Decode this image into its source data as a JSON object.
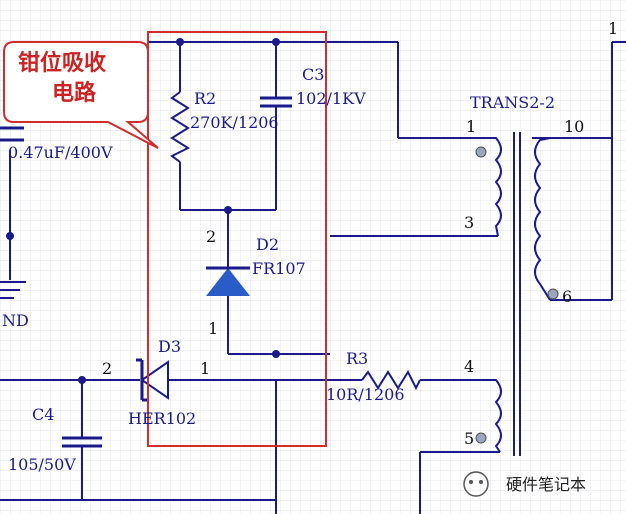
{
  "callout": {
    "line1": "钳位吸收",
    "line2": "电路"
  },
  "components": {
    "r2": {
      "ref": "R2",
      "value": "270K/1206"
    },
    "c3": {
      "ref": "C3",
      "value": "102/1KV"
    },
    "d2": {
      "ref": "D2",
      "value": "FR107",
      "pin_top": "2",
      "pin_bottom": "1"
    },
    "d3": {
      "ref": "D3",
      "value": "HER102",
      "pin_left": "2",
      "pin_right": "1"
    },
    "r3": {
      "ref": "R3",
      "value": "10R/1206"
    },
    "c4": {
      "ref": "C4",
      "value": "105/50V"
    },
    "cap_left": {
      "value": "0.47uF/400V"
    },
    "transformer": {
      "ref": "TRANS2-2",
      "pin1": "1",
      "pin3": "3",
      "pin4": "4",
      "pin5": "5",
      "pin10": "10",
      "pin6": "6"
    },
    "gnd": {
      "label": "ND"
    },
    "top_right_pin": "1"
  },
  "colors": {
    "wire": "#1a1a8c",
    "component": "#1a1a8c",
    "diode_fill": "#2a5cc8",
    "callout_border": "#d22c2c",
    "callout_fill": "#ffffff",
    "grid": "#d6dce6"
  },
  "watermark": {
    "text": "硬件笔记本"
  }
}
